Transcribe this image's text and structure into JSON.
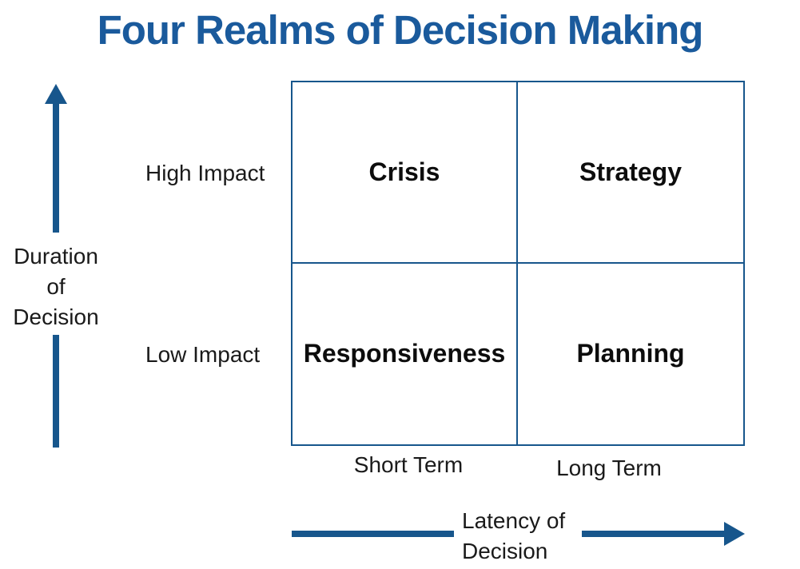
{
  "slide": {
    "title": "Four Realms of Decision Making"
  },
  "matrix": {
    "quadrants": {
      "top_left": "Crisis",
      "top_right": "Strategy",
      "bottom_left": "Responsiveness",
      "bottom_right": "Planning"
    },
    "row_labels": {
      "top": "High Impact",
      "bottom": "Low Impact"
    },
    "column_labels": {
      "left": "Short Term",
      "right": "Long Term"
    }
  },
  "axes": {
    "y": {
      "lines": [
        "Duration",
        "of",
        "Decision"
      ],
      "direction": "up"
    },
    "x": {
      "lines": [
        "Latency of",
        "Decision"
      ],
      "direction": "right"
    }
  },
  "colors": {
    "title_blue": "#1A5A9C",
    "line_blue": "#17568C",
    "text": "#111111",
    "background": "#FFFFFF"
  }
}
